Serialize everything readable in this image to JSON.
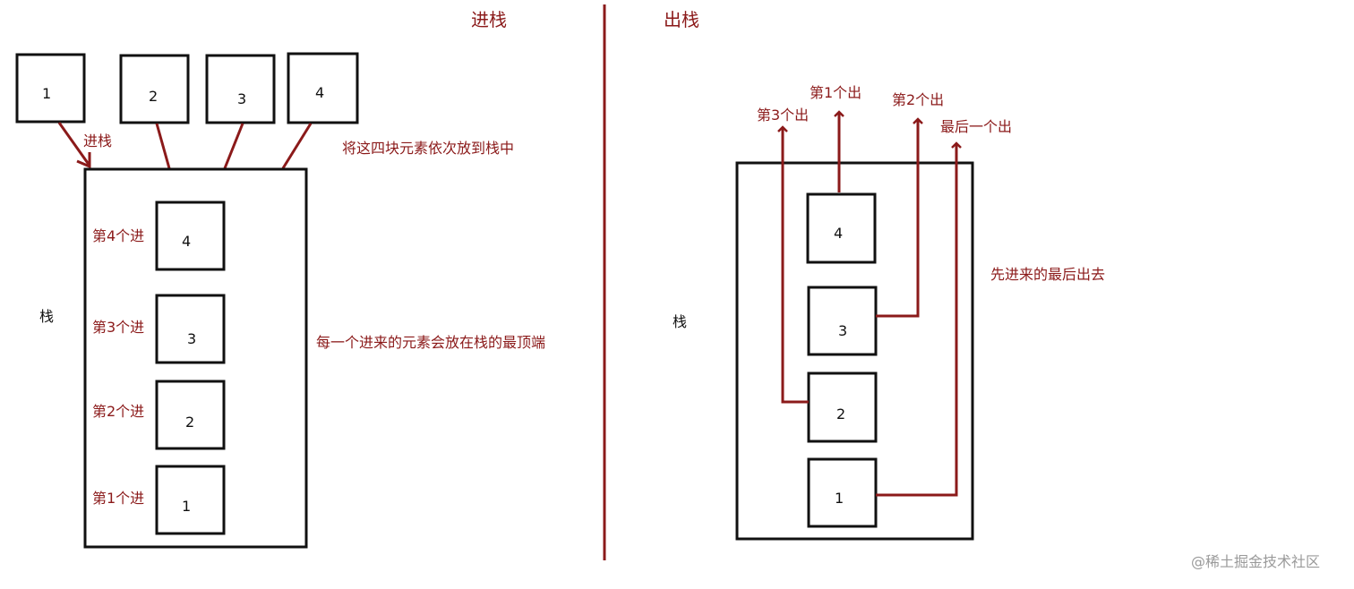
{
  "colors": {
    "accent": "#8b1a1a",
    "ink": "#111111",
    "watermark": "#9a9a9a"
  },
  "push": {
    "title": "进栈",
    "incoming": [
      "1",
      "2",
      "3",
      "4"
    ],
    "arrow_label": "进栈",
    "note_top": "将这四块元素依次放到栈中",
    "stack_label": "栈",
    "stacked": [
      {
        "num": "4",
        "label": "第4个进"
      },
      {
        "num": "3",
        "label": "第3个进"
      },
      {
        "num": "2",
        "label": "第2个进"
      },
      {
        "num": "1",
        "label": "第1个进"
      }
    ],
    "note_side": "每一个进来的元素会放在栈的最顶端"
  },
  "pop": {
    "title": "出栈",
    "stack_label": "栈",
    "stacked": [
      "4",
      "3",
      "2",
      "1"
    ],
    "out_labels": {
      "first": "第1个出",
      "second": "第2个出",
      "third": "第3个出",
      "last": "最后一个出"
    },
    "note": "先进来的最后出去"
  },
  "watermark": "@稀土掘金技术社区"
}
